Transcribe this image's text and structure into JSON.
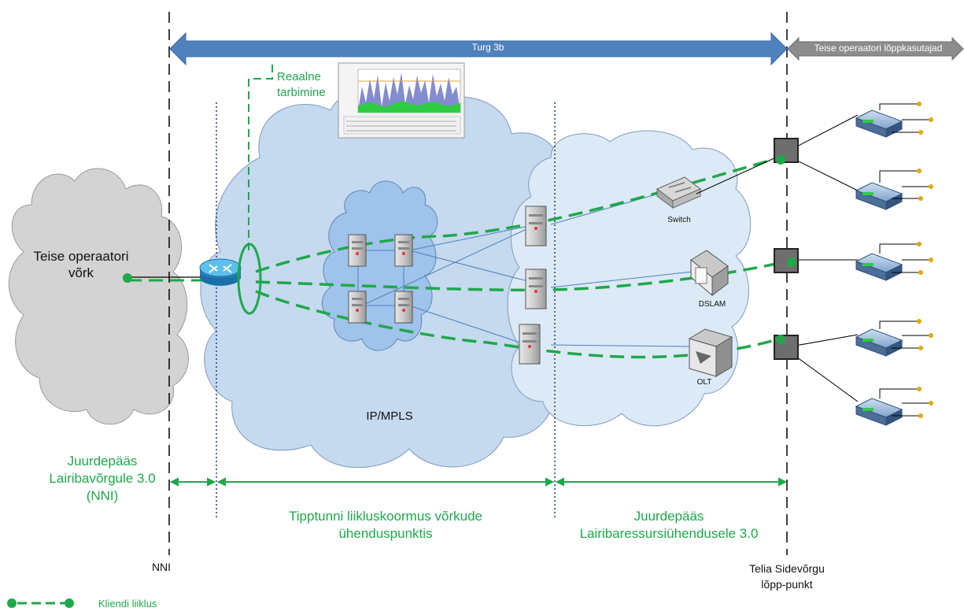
{
  "colors": {
    "traffic_green": "#1fa84a",
    "market_arrow_blue": "#4f81bd",
    "end_user_arrow_gray": "#8c8c8c",
    "outer_cloud_blue": "#c5d9ef",
    "core_cloud_blue": "#9fc3ea",
    "access_cloud_blue": "#dce9f6",
    "operator_cloud_gray": "#d3d3d3",
    "link_blue": "#4f81bd"
  },
  "top_arrows": {
    "market": "Turg 3b",
    "end_users": "Teise operaatori lõppkasutajad"
  },
  "clouds": {
    "operator_network": "Teise operaatori\nvõrk",
    "core": "IP/MPLS"
  },
  "annotations": {
    "real_consumption": "Reaalne\ntarbimine"
  },
  "devices": {
    "switch": "Switch",
    "dslam": "DSLAM",
    "olt": "OLT"
  },
  "segments": {
    "nni_access": "Juurdepääs\nLairibavõrgule 3.0\n(NNI)",
    "peak_hour": "Tipptunni liikluskoormus võrkude\nühenduspunktis",
    "broadband_access": "Juurdepääs\nLairibaressursiühendusele 3.0"
  },
  "boundaries": {
    "nni": "NNI",
    "telia_endpoint": "Telia Sidevõrgu\nlõpp-punkt"
  },
  "legend": {
    "client_traffic": "Kliendi liiklus"
  },
  "icons": {
    "router": "router-icon",
    "server": "server-icon",
    "switch": "switch-icon",
    "dslam": "dslam-icon",
    "olt": "olt-icon",
    "modem": "modem-icon",
    "termination_box": "termination-box-icon",
    "traffic_graph": "traffic-graph-icon"
  }
}
